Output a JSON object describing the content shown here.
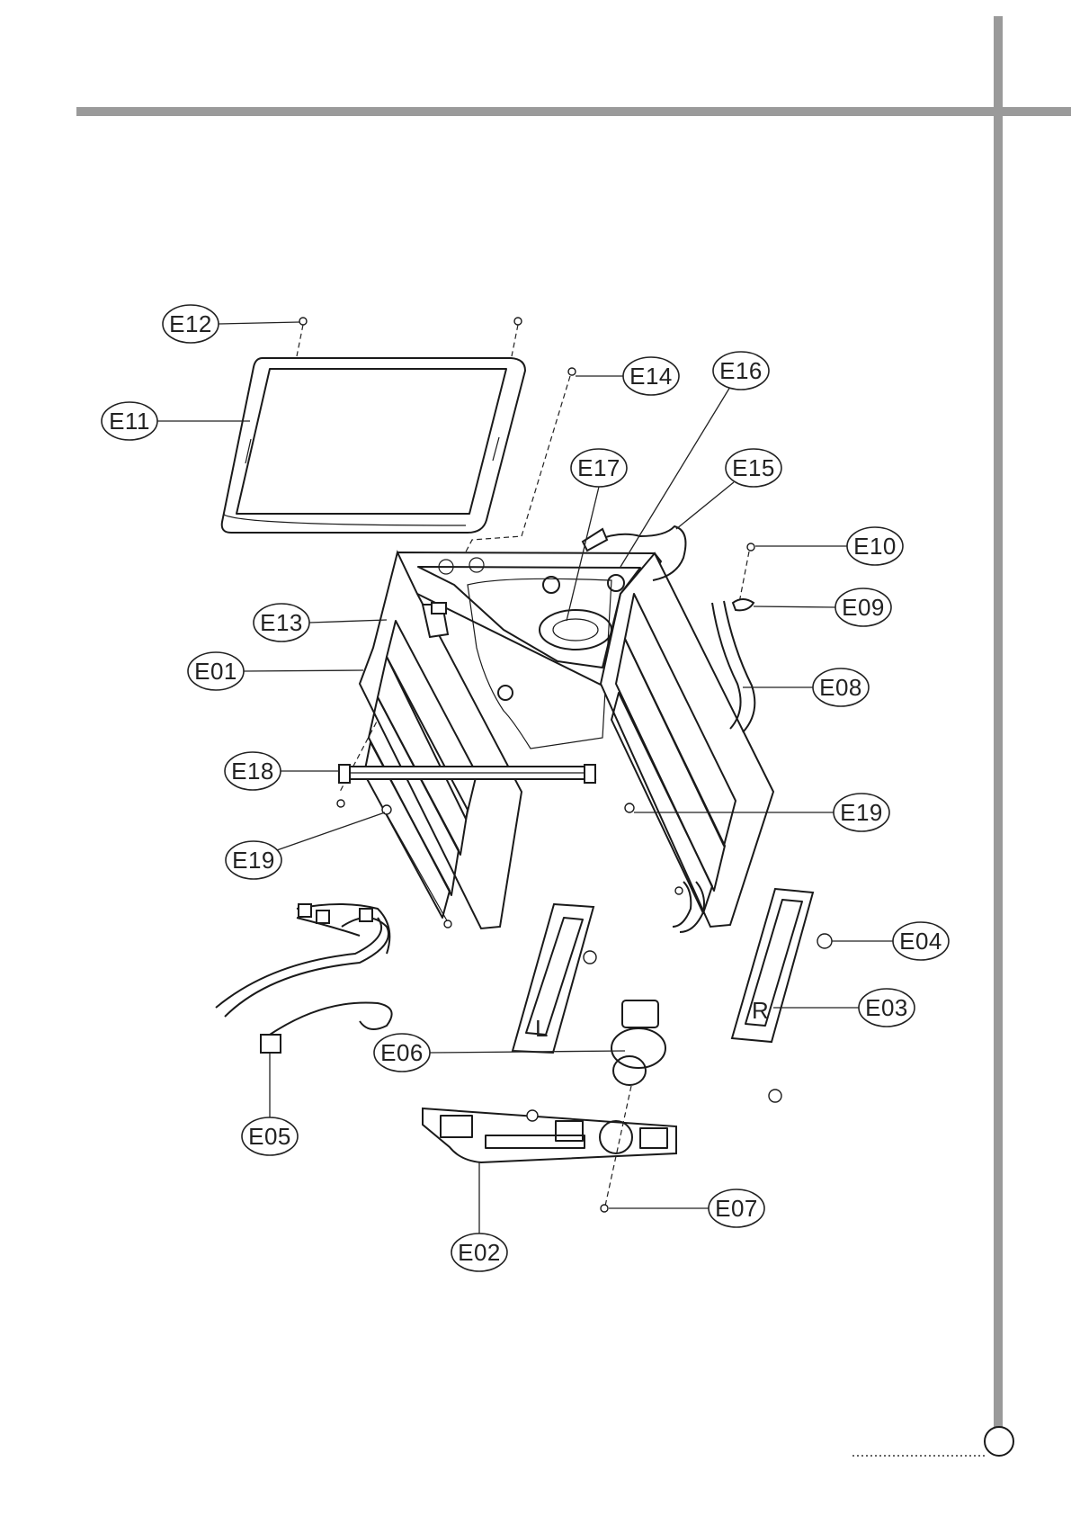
{
  "diagram": {
    "callouts": [
      {
        "id": "e12",
        "label": "E12"
      },
      {
        "id": "e11",
        "label": "E11"
      },
      {
        "id": "e14",
        "label": "E14"
      },
      {
        "id": "e16",
        "label": "E16"
      },
      {
        "id": "e17",
        "label": "E17"
      },
      {
        "id": "e15",
        "label": "E15"
      },
      {
        "id": "e10",
        "label": "E10"
      },
      {
        "id": "e09",
        "label": "E09"
      },
      {
        "id": "e13",
        "label": "E13"
      },
      {
        "id": "e01",
        "label": "E01"
      },
      {
        "id": "e08",
        "label": "E08"
      },
      {
        "id": "e18",
        "label": "E18"
      },
      {
        "id": "e19a",
        "label": "E19"
      },
      {
        "id": "e19b",
        "label": "E19"
      },
      {
        "id": "e04",
        "label": "E04"
      },
      {
        "id": "e03",
        "label": "E03"
      },
      {
        "id": "e06",
        "label": "E06"
      },
      {
        "id": "e05",
        "label": "E05"
      },
      {
        "id": "e07",
        "label": "E07"
      },
      {
        "id": "e02",
        "label": "E02"
      }
    ],
    "bracket_marks": {
      "left": "L",
      "right": "R"
    },
    "colors": {
      "rule_bar": "#9a9a9a",
      "line": "#1a1a1a"
    }
  }
}
